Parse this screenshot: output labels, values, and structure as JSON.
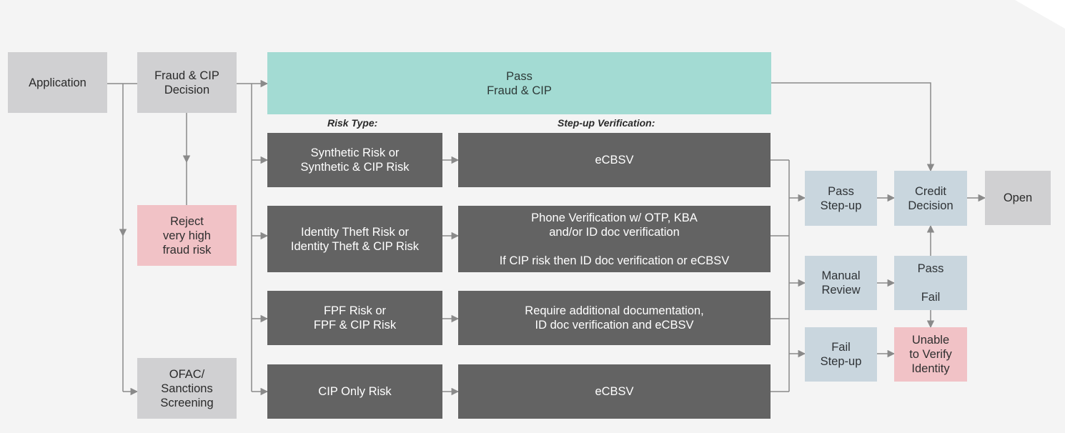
{
  "headers": {
    "risk_type": "Risk Type:",
    "stepup_verification": "Step-up Verification:"
  },
  "nodes": {
    "application": "Application",
    "fraud_cip_decision": "Fraud & CIP\nDecision",
    "pass_fraud_cip": "Pass\nFraud & CIP",
    "reject": "Reject\nvery high\nfraud risk",
    "ofac": "OFAC/\nSanctions\nScreening",
    "risk_synthetic": "Synthetic Risk or\nSynthetic & CIP  Risk",
    "risk_identity_theft": "Identity Theft Risk or\nIdentity Theft & CIP Risk",
    "risk_fpf": "FPF Risk or\nFPF & CIP Risk",
    "risk_cip_only": "CIP Only Risk",
    "verify_synthetic": "eCBSV",
    "verify_identity_theft": "Phone Verification w/ OTP, KBA\nand/or ID doc verification\n\nIf CIP risk then ID doc verification or eCBSV",
    "verify_fpf": "Require additional documentation,\nID doc verification and eCBSV",
    "verify_cip_only": "eCBSV",
    "pass_stepup": "Pass\nStep-up",
    "manual_review": "Manual\nReview",
    "fail_stepup": "Fail\nStep-up",
    "credit_decision": "Credit\nDecision",
    "open": "Open",
    "review_pass": "Pass",
    "review_fail": "Fail",
    "unable_verify": "Unable\nto Verify\nIdentity"
  },
  "colors": {
    "neutral": "#d0d0d2",
    "pass": "#a3dbd3",
    "reject": "#f1c2c6",
    "risk": "#636363",
    "outcome": "#c9d6de",
    "connector": "#8a8a8a",
    "background": "#f4f4f4"
  }
}
